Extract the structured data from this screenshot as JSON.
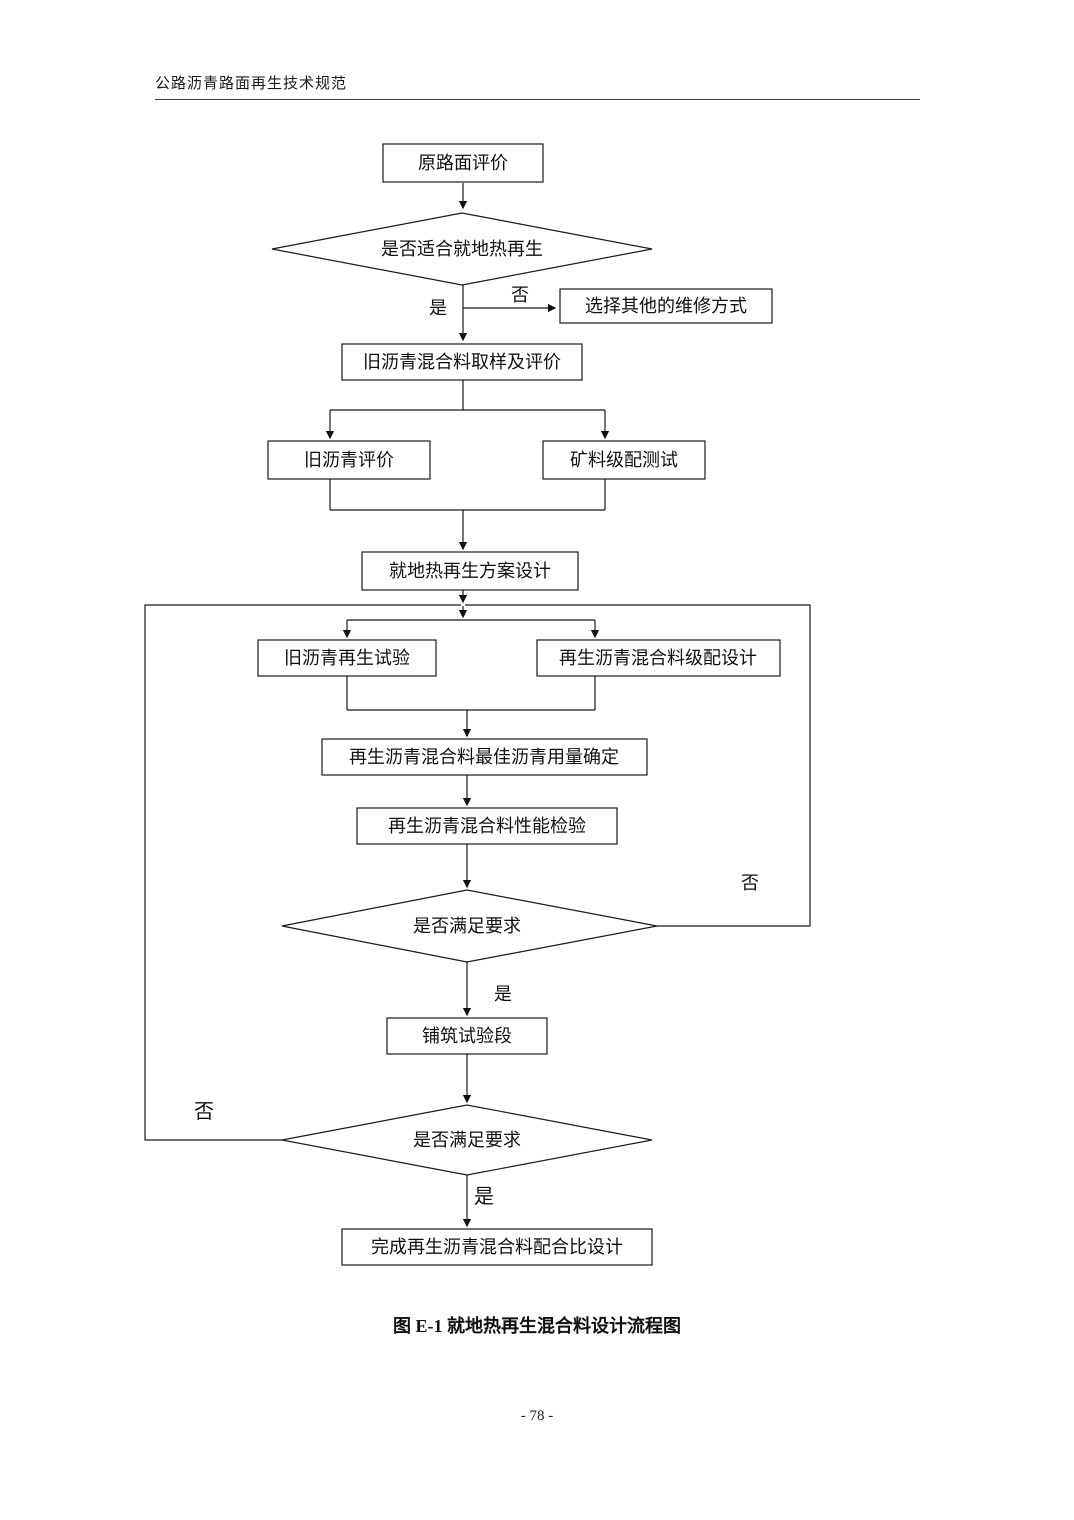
{
  "document": {
    "header": "公路沥青路面再生技术规范",
    "caption": "图 E-1  就地热再生混合料设计流程图",
    "page_number": "- 78 -"
  },
  "flowchart": {
    "nodes": {
      "start": "原路面评价",
      "decision_suitability": "是否适合就地热再生",
      "alternative_repair": "选择其他的维修方式",
      "sampling_evaluation": "旧沥青混合料取样及评价",
      "old_asphalt_evaluation": "旧沥青评价",
      "aggregate_gradation_test": "矿料级配测试",
      "recycling_scheme_design": "就地热再生方案设计",
      "old_asphalt_regeneration_test": "旧沥青再生试验",
      "recycled_mix_gradation_design": "再生沥青混合料级配设计",
      "optimum_asphalt_content": "再生沥青混合料最佳沥青用量确定",
      "performance_inspection": "再生沥青混合料性能检验",
      "decision_requirements_1": "是否满足要求",
      "trial_section": "铺筑试验段",
      "decision_requirements_2": "是否满足要求",
      "complete_design": "完成再生沥青混合料配合比设计"
    },
    "edge_labels": {
      "suitability_yes": "是",
      "suitability_no": "否",
      "requirements1_yes": "是",
      "requirements1_no": "否",
      "requirements2_yes": "是",
      "requirements2_no": "否"
    }
  }
}
